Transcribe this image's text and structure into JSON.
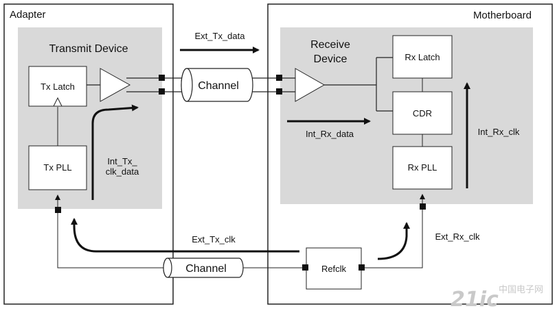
{
  "adapter": {
    "title": "Adapter",
    "transmit_device": {
      "title": "Transmit Device",
      "tx_latch": "Tx Latch",
      "tx_pll": "Tx PLL",
      "int_tx_clk_label_line1": "Int_Tx_",
      "int_tx_clk_label_line2": "clk_data"
    }
  },
  "motherboard": {
    "title": "Motherboard",
    "receive_device": {
      "title_line1": "Receive",
      "title_line2": "Device",
      "rx_latch": "Rx Latch",
      "cdr": "CDR",
      "rx_pll": "Rx PLL",
      "int_rx_data": "Int_Rx_data",
      "int_rx_clk": "Int_Rx_clk"
    },
    "refclk": "Refclk"
  },
  "signals": {
    "ext_tx_data": "Ext_Tx_data",
    "ext_tx_clk": "Ext_Tx_clk",
    "ext_rx_clk": "Ext_Rx_clk"
  },
  "channels": {
    "data_channel": "Channel",
    "clock_channel": "Channel"
  },
  "watermark": {
    "text": "21ic",
    "subtext": "中国电子网"
  }
}
